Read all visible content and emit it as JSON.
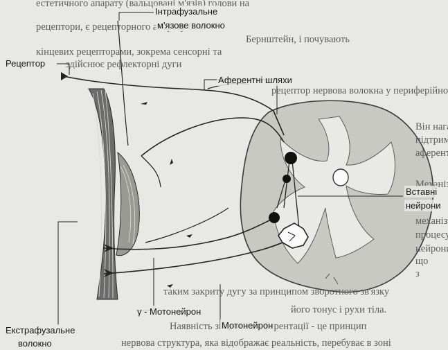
{
  "labels": {
    "intrafusal": [
      "Інтрафузальне",
      "м'язове волокно"
    ],
    "receptor": "Рецептор",
    "afferent": "Аферентні шляхи",
    "interneurons": [
      "Вставні",
      "нейрони"
    ],
    "gamma_motoneuron": "γ - Мотонейрон",
    "motoneuron": "Мотонейрон",
    "extrafusal": [
      "Екстрафузальне",
      "волокно"
    ]
  },
  "background_text": [
    "естетичного апарату (вальцовані м'язів) голови на",
    "рецептори, є рецепторного апарату біля",
    "Бернштейн, і почувають",
    "кінцевих рецепторами, зокрема сенсорні та",
    "здійснює рефлекторні дуги",
    "рецептор нервова волокна у периферійного",
    "Він нагадує, що зворотній зв'язок, на",
    "підтримує функцію (синергії), рефлекторні",
    "аферентні",
    "Механізм, що розвиває",
    "механізм",
    "процесу",
    "нейрони",
    "що",
    "з",
    "таким закриту дугу за принципом зворотного зв'язку",
    "його тонус і рухи тіла.",
    "Наявність зворотної аферентації - це принцип",
    "нервова структура, яка відображає реальність, перебуває в зоні"
  ]
}
